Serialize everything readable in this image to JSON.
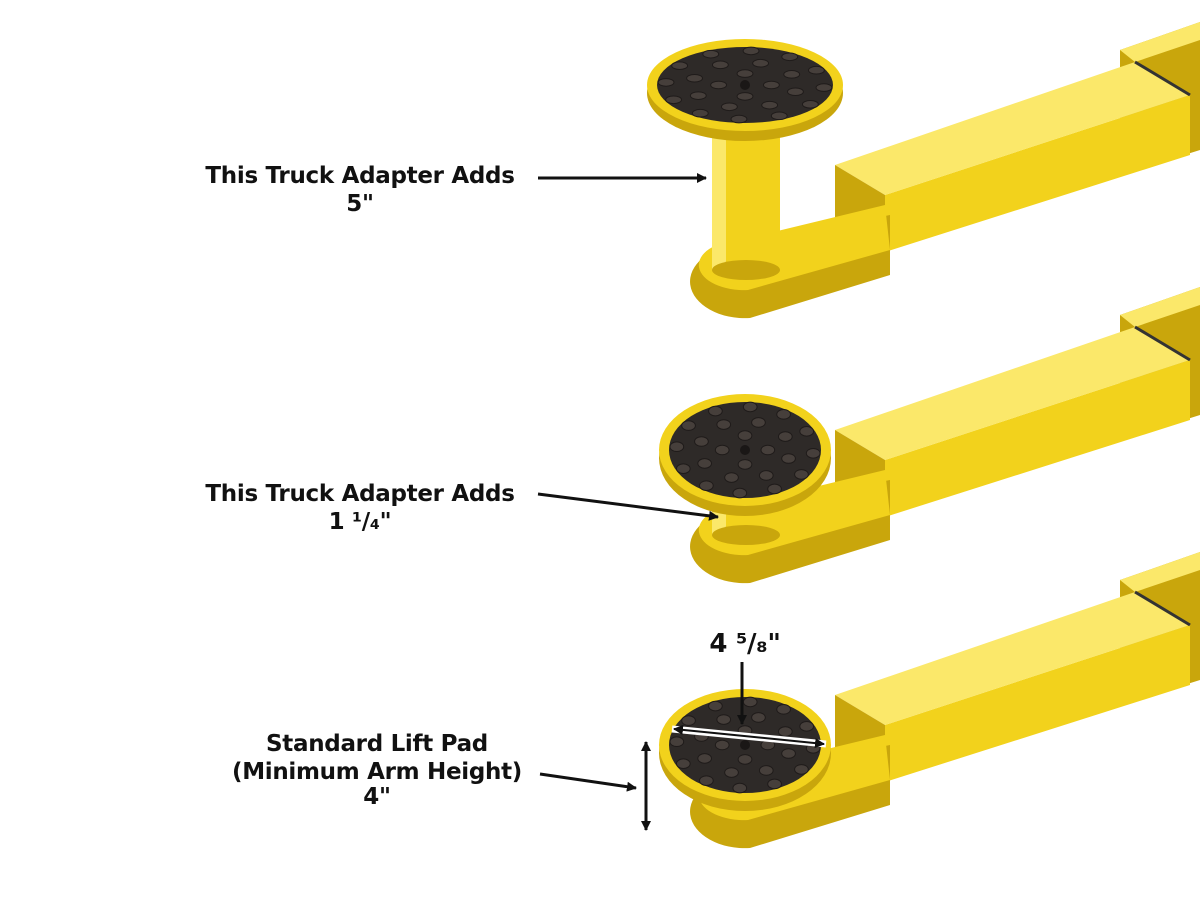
{
  "colors": {
    "arm_yellow": "#f2d21c",
    "arm_shadow": "#c9a60c",
    "arm_light": "#fbe86a",
    "rubber": "#2e2a28",
    "rubber_dot": "#463f3b",
    "text": "#111111"
  },
  "callouts": [
    {
      "title": "This Truck Adapter Adds",
      "value": "5\""
    },
    {
      "title": "This Truck Adapter Adds",
      "value": "1 ¹/₄\""
    },
    {
      "title": "Standard Lift Pad",
      "subtitle": "(Minimum Arm Height)",
      "value": "4\""
    }
  ],
  "pad_diameter": "4 ⁵/₈\""
}
